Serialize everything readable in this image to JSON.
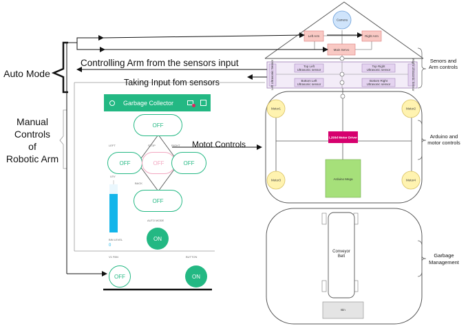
{
  "annotations": {
    "auto_mode": "Auto Mode",
    "manual_controls": [
      "Manual",
      "Controls",
      "of",
      "Robotic Arm"
    ],
    "controlling_arm": "Controlling Arm from the sensors input",
    "taking_input": "Taking Input fom sensors",
    "motor_controls": "Motot Controls"
  },
  "sections": {
    "sensors": [
      "Senors and",
      "Arm controls"
    ],
    "arduino": [
      "Arduino and",
      "motor controls"
    ],
    "garbage": [
      "Garbage",
      "Management"
    ]
  },
  "robot": {
    "camera": "Camera",
    "left_arm": "Left Arm",
    "right_arm": "Right Arm",
    "main_servo": "Main Servo",
    "top_left_sensor": [
      "Top Left",
      "Ultrasonic sensor"
    ],
    "top_right_sensor": [
      "Top Right",
      "Ultrasonic sensor"
    ],
    "bottom_left_sensor": [
      "Bottom Left",
      "Ultrasonic sensor"
    ],
    "bottom_right_sensor": [
      "Bottom Right",
      "Ultrasonic sensor"
    ],
    "left_side_sensor": "Left Ultrasonic Sensor",
    "right_side_sensor": "Right Ultrasonic Sensor",
    "motor1": "Motor1",
    "motor2": "Motor2",
    "motor3": "Motor3",
    "motor4": "Motor4",
    "driver": "L293d Motor Driver",
    "mega": "Arduino Mega",
    "conveyor": [
      "Conveyor",
      "Belt"
    ],
    "bin": "Bin"
  },
  "app": {
    "title": "Garbage Collector",
    "up_button": "OFF",
    "left_button": "OFF",
    "center_button": "OFF",
    "right_button": "OFF",
    "down_button": "OFF",
    "left_label": "LEFT",
    "stop_label": "STOP",
    "right_label": "RIGHT",
    "back_label": "BACK",
    "level_label": "LEV",
    "level_value": "0",
    "level_fraction": 0.8,
    "bin_level_label": "BIN LEVEL",
    "auto_mode_label": "AUTO MODE",
    "auto_mode_value": "ON",
    "v1_label": "V1 PAN",
    "v1_value": "OFF",
    "button_label": "BUTTON",
    "button_value": "ON"
  },
  "colors": {
    "accent": "#23b883",
    "level_bar": "#13b5ea",
    "driver": "#d6006e",
    "mega": "#a6e07a",
    "motor": "#fff3b0",
    "sensor": "#e4d3f0",
    "arm": "#f9c9c4",
    "camera": "#cfe4fb"
  }
}
